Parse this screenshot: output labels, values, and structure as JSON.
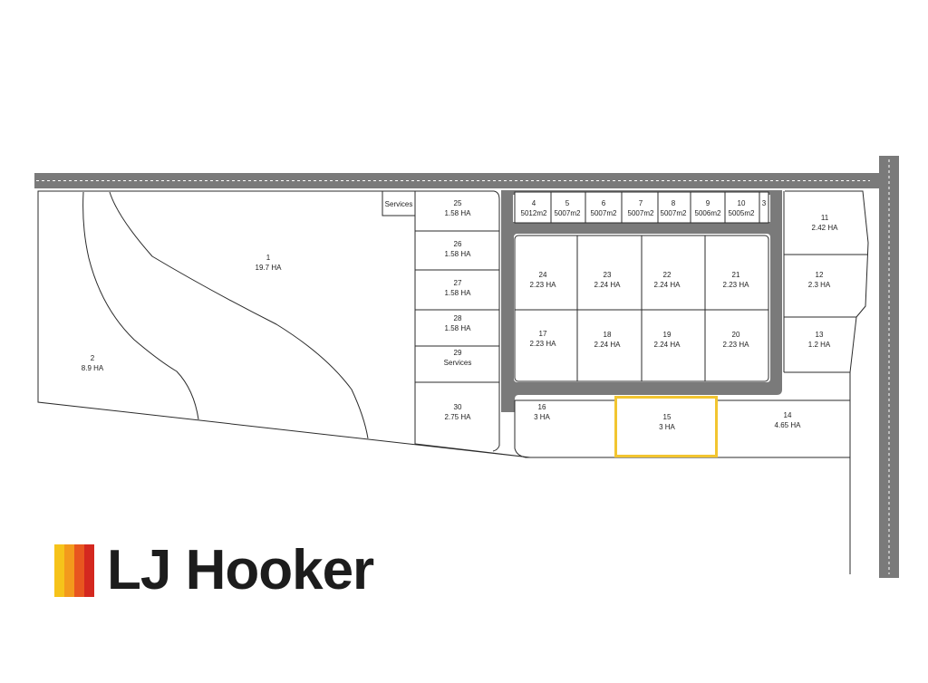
{
  "brand": {
    "name": "LJ Hooker",
    "colors": [
      "#f6c31a",
      "#f39a1c",
      "#e8561f",
      "#d4281f"
    ]
  },
  "colors": {
    "road": "#7a7a7a",
    "lot_line": "#2b2b2b",
    "highlight": "#f2c530"
  },
  "highlighted_lot": "15",
  "lots": [
    {
      "id": "1",
      "number": "1",
      "area": "19.7 HA"
    },
    {
      "id": "2",
      "number": "2",
      "area": "8.9 HA"
    },
    {
      "id": "services-top",
      "number": "Services",
      "area": ""
    },
    {
      "id": "25",
      "number": "25",
      "area": "1.58 HA"
    },
    {
      "id": "26",
      "number": "26",
      "area": "1.58 HA"
    },
    {
      "id": "27",
      "number": "27",
      "area": "1.58 HA"
    },
    {
      "id": "28",
      "number": "28",
      "area": "1.58 HA"
    },
    {
      "id": "29",
      "number": "29",
      "area": "Services"
    },
    {
      "id": "30",
      "number": "30",
      "area": "2.75 HA"
    },
    {
      "id": "4",
      "number": "4",
      "area": "5012m2"
    },
    {
      "id": "5",
      "number": "5",
      "area": "5007m2"
    },
    {
      "id": "6",
      "number": "6",
      "area": "5007m2"
    },
    {
      "id": "7",
      "number": "7",
      "area": "5007m2"
    },
    {
      "id": "8",
      "number": "8",
      "area": "5007m2"
    },
    {
      "id": "9",
      "number": "9",
      "area": "5006m2"
    },
    {
      "id": "10",
      "number": "10",
      "area": "5005m2"
    },
    {
      "id": "3",
      "number": "3",
      "area": ""
    },
    {
      "id": "24",
      "number": "24",
      "area": "2.23 HA"
    },
    {
      "id": "23",
      "number": "23",
      "area": "2.24 HA"
    },
    {
      "id": "22",
      "number": "22",
      "area": "2.24 HA"
    },
    {
      "id": "21",
      "number": "21",
      "area": "2.23 HA"
    },
    {
      "id": "17",
      "number": "17",
      "area": "2.23 HA"
    },
    {
      "id": "18",
      "number": "18",
      "area": "2.24 HA"
    },
    {
      "id": "19",
      "number": "19",
      "area": "2.24 HA"
    },
    {
      "id": "20",
      "number": "20",
      "area": "2.23 HA"
    },
    {
      "id": "11",
      "number": "11",
      "area": "2.42 HA"
    },
    {
      "id": "12",
      "number": "12",
      "area": "2.3 HA"
    },
    {
      "id": "13",
      "number": "13",
      "area": "1.2 HA"
    },
    {
      "id": "16",
      "number": "16",
      "area": "3 HA"
    },
    {
      "id": "15",
      "number": "15",
      "area": "3 HA"
    },
    {
      "id": "14",
      "number": "14",
      "area": "4.65 HA"
    }
  ]
}
